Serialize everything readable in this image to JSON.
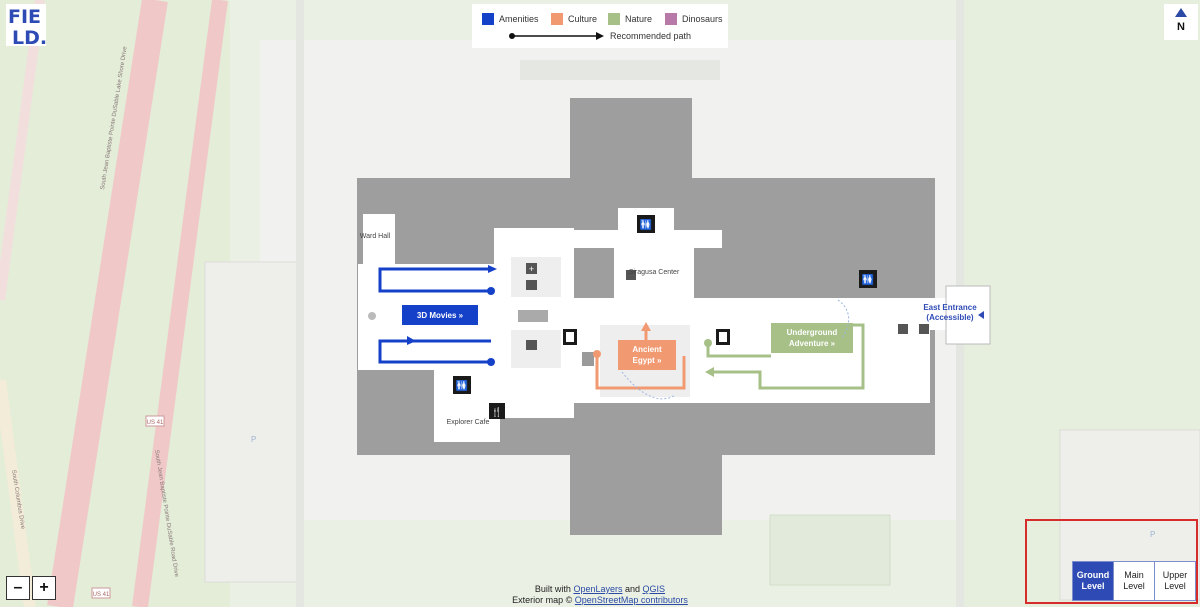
{
  "logo": {
    "text": "FIELD"
  },
  "legend": {
    "items": [
      {
        "label": "Amenities",
        "color": "#1540c8"
      },
      {
        "label": "Culture",
        "color": "#f19a72"
      },
      {
        "label": "Nature",
        "color": "#a6c088"
      },
      {
        "label": "Dinosaurs",
        "color": "#b77aa8"
      }
    ],
    "path_label": "Recommended path"
  },
  "compass": {
    "label": "N"
  },
  "zoom": {
    "out_label": "–",
    "in_label": "+"
  },
  "map": {
    "rooms": {
      "ward_hall": "Ward Hall",
      "explorer_cafe": "Explorer Cafe",
      "siragusa_center": "Siragusa Center",
      "east_entrance_line1": "East Entrance",
      "east_entrance_line2": "(Accessible)"
    },
    "exhibits": {
      "movies": "3D Movies »",
      "egypt_line1": "Ancient",
      "egypt_line2": "Egypt »",
      "underground_line1": "Underground",
      "underground_line2": "Adventure »"
    },
    "streets": {
      "lake_shore": "South Jean Baptiste Pointe DuSable Lake Shore Drive",
      "columbus": "South Columbus Drive",
      "rd_drive": "South Jean Baptiste Pointe DuSable Road Drive",
      "us41_a": "US 41",
      "us41_b": "US 41"
    },
    "parking_a": "P",
    "parking_b": "P"
  },
  "attribution": {
    "built_with": "Built with",
    "openlayers": "OpenLayers",
    "and": "and",
    "qgis": "QGIS",
    "exterior": "Exterior map ©",
    "osm": "OpenStreetMap contributors"
  },
  "levels": {
    "ground_1": "Ground",
    "ground_2": "Level",
    "main_1": "Main",
    "main_2": "Level",
    "upper_1": "Upper",
    "upper_2": "Level"
  },
  "colors": {
    "building": "#9e9e9e",
    "corridor": "#ffffff",
    "amenities": "#1540c8",
    "culture": "#f19a72",
    "nature": "#a6c088"
  }
}
